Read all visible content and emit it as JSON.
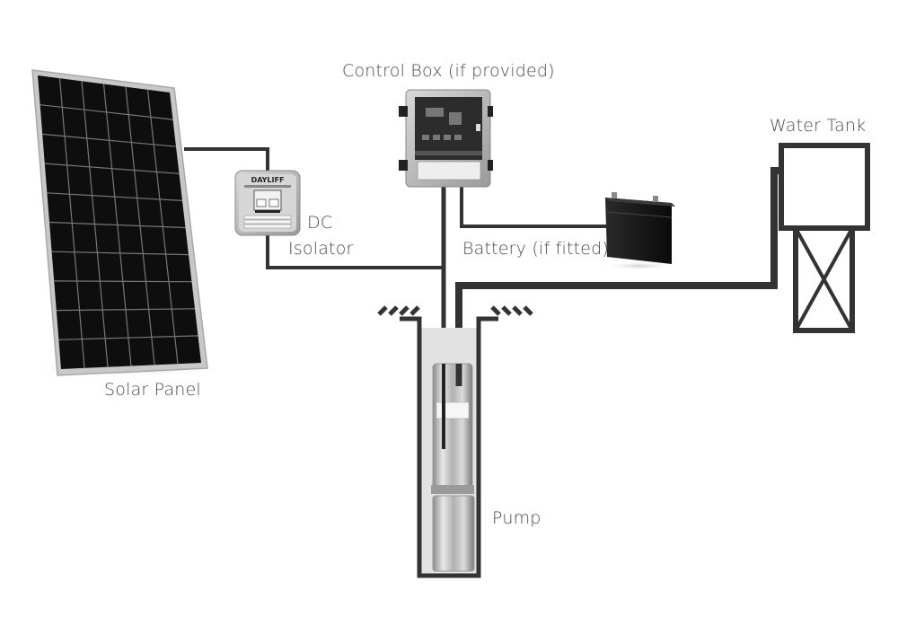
{
  "diagram": {
    "title": "Solar water pumping system",
    "colors": {
      "wire": "#333333",
      "label": "#4a4a4a",
      "panel_cell": "#0e0e0e",
      "panel_frame": "#c8c8c8",
      "well_water": "#e2e2e2",
      "background": "#ffffff"
    },
    "components": {
      "solar_panel": {
        "label": "Solar Panel",
        "icon": "solar-panel-icon"
      },
      "dc_isolator": {
        "label_line1": "DC",
        "label_line2": "Isolator",
        "brand": "DAYLIFF",
        "icon": "isolator-switch-icon"
      },
      "control_box": {
        "label": "Control Box (if provided)",
        "icon": "control-box-icon"
      },
      "battery": {
        "label": "Battery (if fitted)",
        "icon": "battery-icon"
      },
      "water_tank": {
        "label": "Water Tank",
        "icon": "water-tank-icon"
      },
      "pump": {
        "label": "Pump",
        "icon": "submersible-pump-icon"
      }
    },
    "connections": [
      {
        "from": "solar_panel",
        "to": "dc_isolator",
        "type": "electrical"
      },
      {
        "from": "dc_isolator",
        "to": "pump",
        "type": "electrical"
      },
      {
        "from": "control_box",
        "to": "pump",
        "type": "electrical"
      },
      {
        "from": "control_box",
        "to": "battery",
        "type": "electrical"
      },
      {
        "from": "pump",
        "to": "water_tank",
        "type": "water-pipe"
      }
    ]
  }
}
